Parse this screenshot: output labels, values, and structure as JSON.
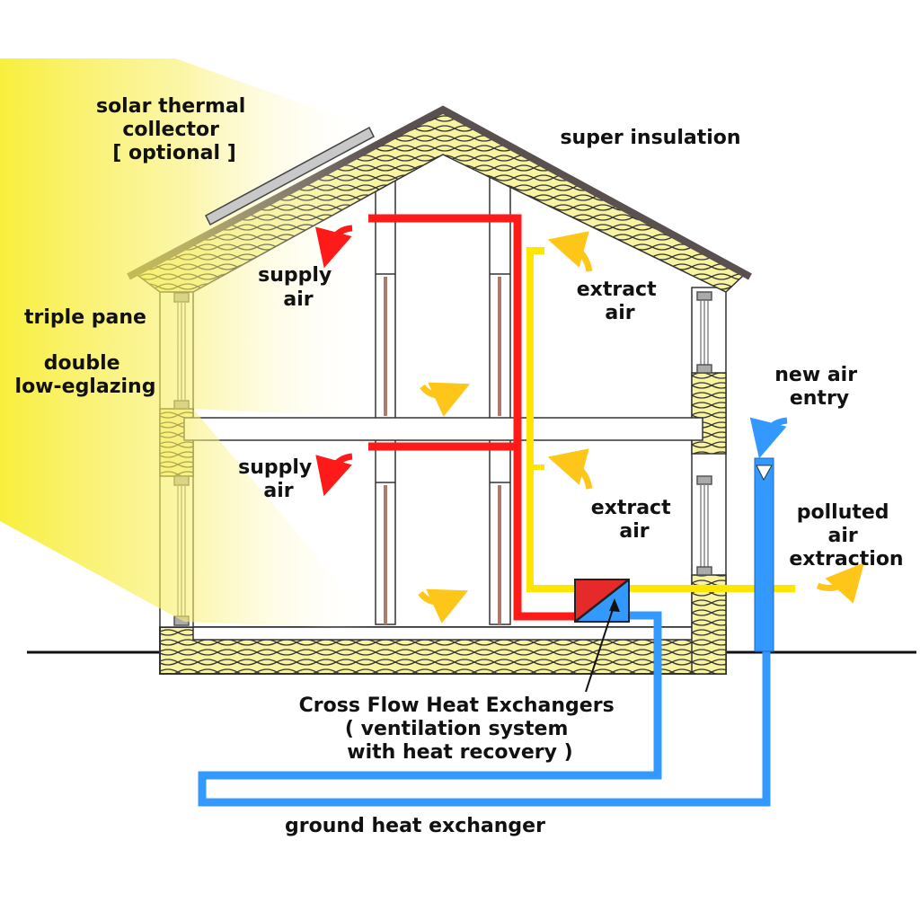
{
  "labels": {
    "solar": [
      "solar thermal",
      "collector",
      "[ optional ]"
    ],
    "super_insulation": "super insulation",
    "supply_air_upper": [
      "supply",
      "air"
    ],
    "extract_air_upper": [
      "extract",
      "air"
    ],
    "triple_pane": "triple pane",
    "double_glazing": [
      "double",
      "low-eglazing"
    ],
    "new_air_entry": [
      "new air",
      "entry"
    ],
    "supply_air_lower": [
      "supply",
      "air"
    ],
    "extract_air_lower": [
      "extract",
      "air"
    ],
    "polluted_air": [
      "polluted",
      "air",
      "extraction"
    ],
    "heat_exchanger": [
      "Cross Flow Heat Exchangers",
      "( ventilation system",
      "with heat recovery )"
    ],
    "ground_heat_exchanger": "ground heat exchanger"
  },
  "colors": {
    "supply": "#ff1a1a",
    "extract": "#ffe600",
    "fresh": "#3399ff",
    "insulation": "#f7f3a0",
    "roof": "#5a5050",
    "sun": "#f7ec1a",
    "arrow_warm": "#ffc61a"
  }
}
